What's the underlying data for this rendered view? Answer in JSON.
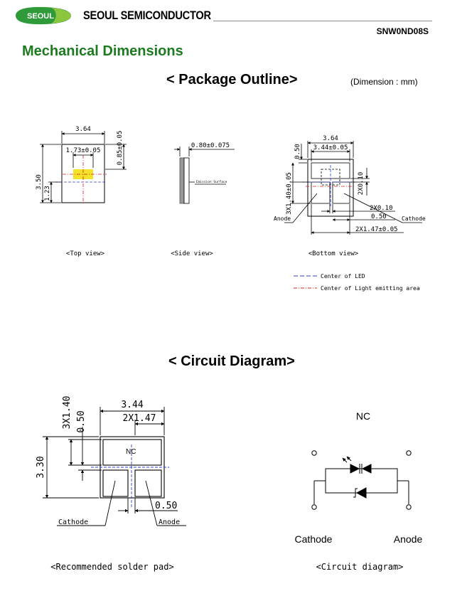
{
  "header": {
    "logo_text": "SEOUL",
    "company": "SEOUL SEMICONDUCTOR",
    "part_number": "SNW0ND08S"
  },
  "section_title": "Mechanical Dimensions",
  "package_outline": {
    "title": "< Package Outline>",
    "dimension_unit": "(Dimension : mm)",
    "top_view": {
      "width": "3.64",
      "inner_width": "1.73±0.05",
      "right_dim": "0.85±0.05",
      "height": "3.50",
      "offset": "1.23",
      "caption": "<Top view>"
    },
    "side_view": {
      "thickness": "0.80±0.075",
      "surface_label": "Emission Surface",
      "caption": "<Side view>"
    },
    "bottom_view": {
      "width": "3.64",
      "inner_width": "3.44±0.05",
      "top_dim": "0.50",
      "pad_height": "3X1.40±0.05",
      "pad_gap": "2X0.10",
      "gap_small": "2X0.10",
      "gap_mid": "0.50",
      "pad_width": "2X1.47±0.05",
      "anode": "Anode",
      "cathode": "Cathode",
      "caption": "<Bottom view>"
    },
    "legend": {
      "led_center": "Center of LED",
      "light_center": "Center of Light emitting area",
      "led_color": "#2d3ec8",
      "light_color": "#d42020"
    }
  },
  "circuit": {
    "title": "< Circuit Diagram>",
    "solder_pad": {
      "width": "3.44",
      "pad_width": "2X1.47",
      "pad_height": "3X1.40",
      "top_gap": "0.50",
      "height": "3.30",
      "nc": "NC",
      "bottom_gap": "0.50",
      "cathode": "Cathode",
      "anode": "Anode",
      "caption": "<Recommended solder pad>"
    },
    "diagram": {
      "nc": "NC",
      "cathode": "Cathode",
      "anode": "Anode",
      "caption": "<Circuit diagram>"
    }
  },
  "colors": {
    "brand_green": "#1c7a1f",
    "logo_green": "#2e9a3a",
    "chip_yellow": "#f2e22a"
  }
}
